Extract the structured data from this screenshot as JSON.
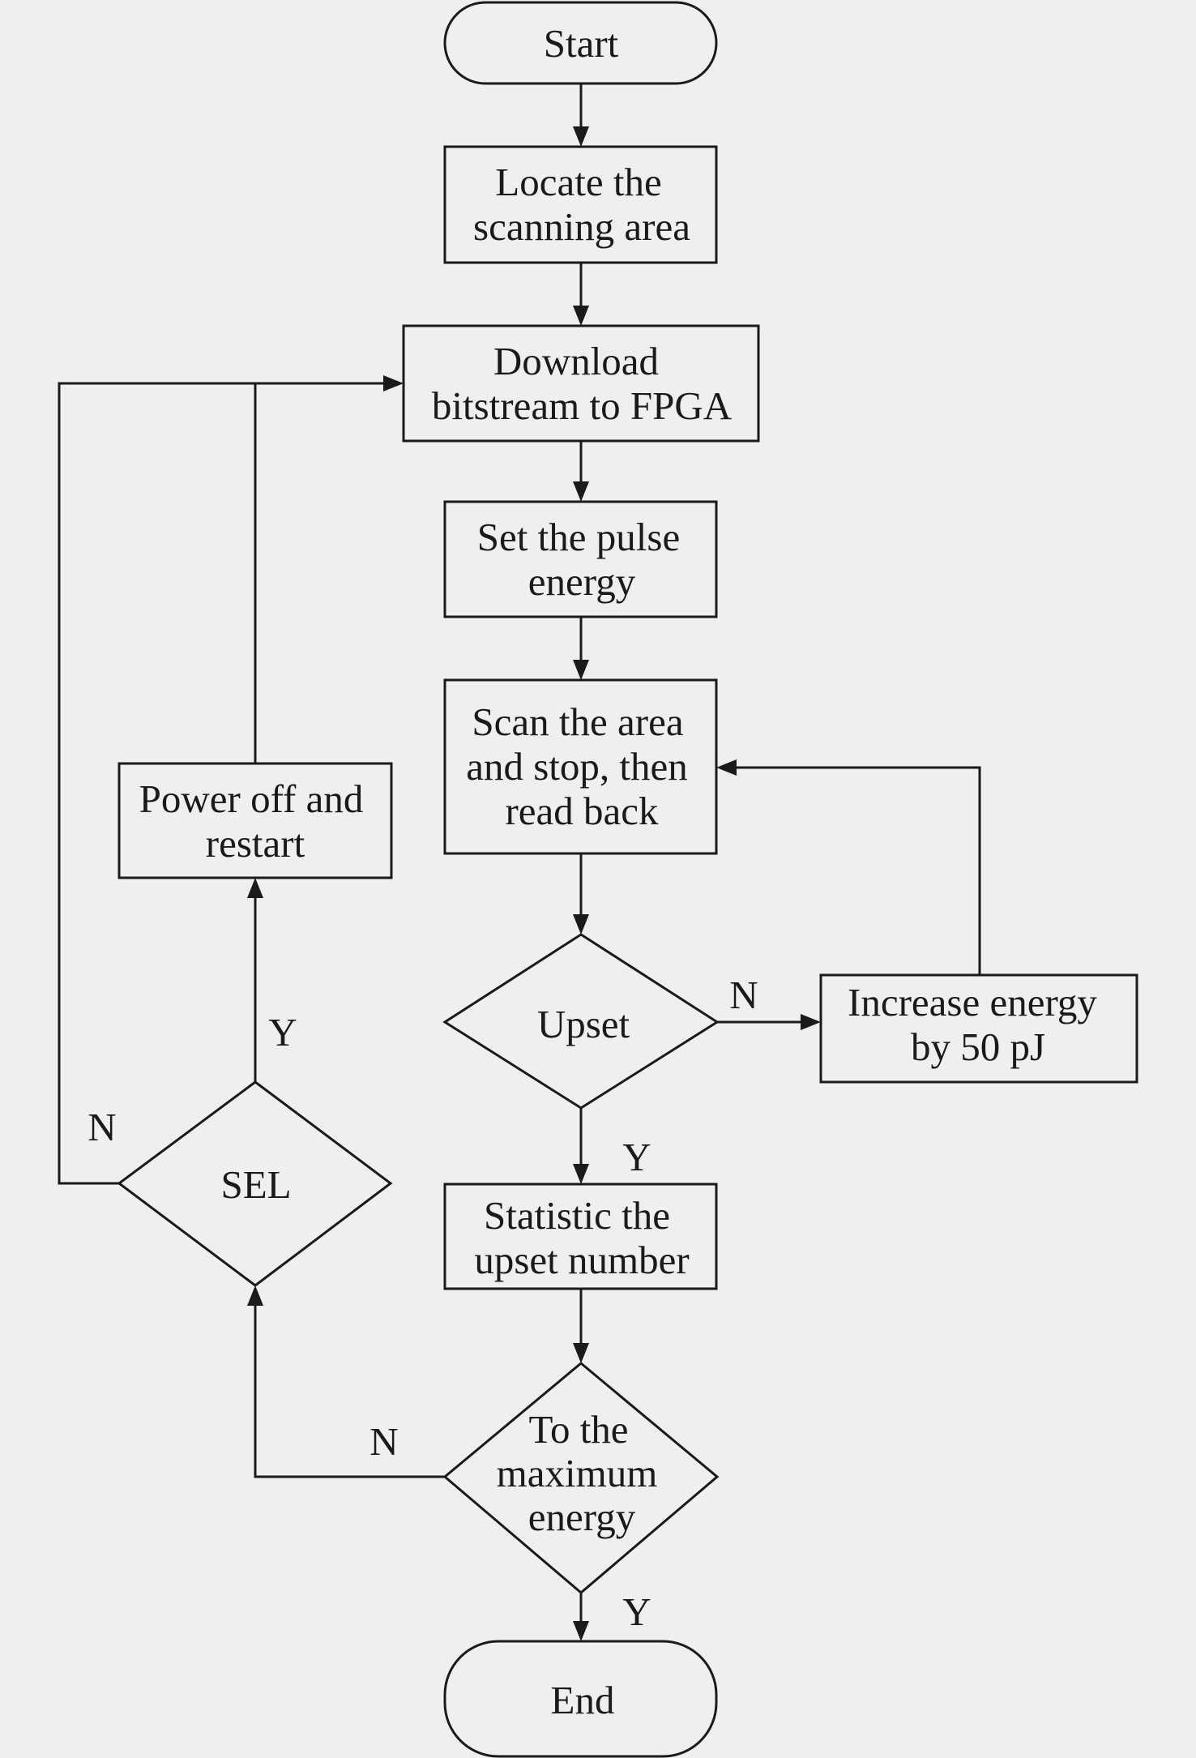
{
  "nodes": {
    "start": "Start",
    "locate": [
      "Locate the",
      "scanning area"
    ],
    "download": [
      "Download",
      "bitstream to FPGA"
    ],
    "set_energy": [
      "Set the pulse",
      "energy"
    ],
    "scan": [
      "Scan the area",
      "and stop, then",
      "read back"
    ],
    "upset": "Upset",
    "increase": [
      "Increase energy",
      "by 50 pJ"
    ],
    "statistic": [
      "Statistic the",
      "upset number"
    ],
    "max_energy": [
      "To the",
      "maximum",
      "energy"
    ],
    "end": "End",
    "sel": "SEL",
    "power_off": [
      "Power off and",
      "restart"
    ]
  },
  "edge_labels": {
    "upset_no": "N",
    "upset_yes": "Y",
    "max_no": "N",
    "max_yes": "Y",
    "sel_yes": "Y",
    "sel_no": "N"
  }
}
